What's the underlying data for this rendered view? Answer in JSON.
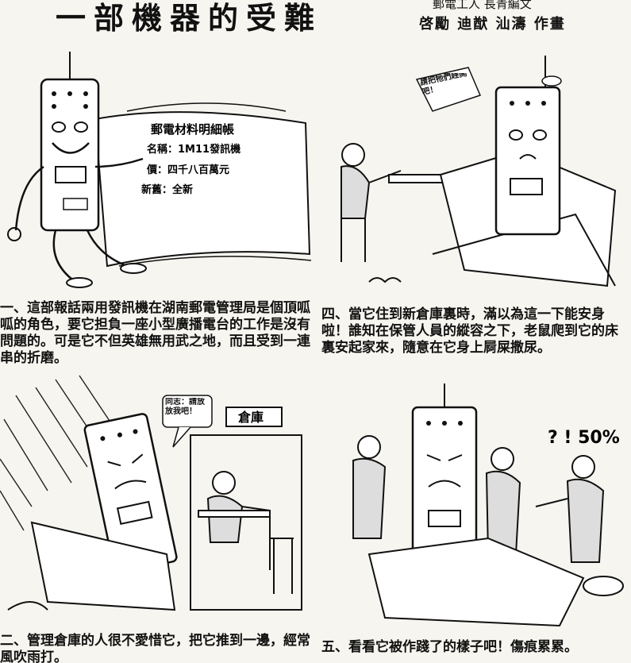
{
  "header": {
    "title": "一部機器的受難",
    "credit_line1": "郵電工人 長青編文",
    "credit_line2": "啓勵 迪猷 汕濤 作畫"
  },
  "panels": [
    {
      "id": "panel-1",
      "book_lines": [
        "郵電材料明細帳",
        "名稱：1M11發訊機",
        "價：四千八百萬元",
        "新舊：全新"
      ],
      "caption": "一、這部報話兩用發訊機在湖南郵電管理局是個頂呱呱的角色，要它担負一座小型廣播電台的工作是沒有問題的。可是它不但英雄無用武之地，而且受到一連串的折磨。"
    },
    {
      "id": "panel-2",
      "bubble": "同志：請放放我吧！",
      "sign": "倉庫",
      "caption": "二、管理倉庫的人很不愛惜它，把它推到一邊，經常風吹雨打。"
    },
    {
      "id": "panel-4",
      "bubble": "請把牠們趕開吧！",
      "caption": "四、當它住到新倉庫裏時，滿以為這一下能安身啦！誰知在保管人員的縱容之下，老鼠爬到它的床裏安起家來，隨意在它身上屙屎撒尿。"
    },
    {
      "id": "panel-5",
      "exclaim": "? ! 50%",
      "caption": "五、看看它被作踐了的樣子吧！傷痕累累。"
    }
  ]
}
